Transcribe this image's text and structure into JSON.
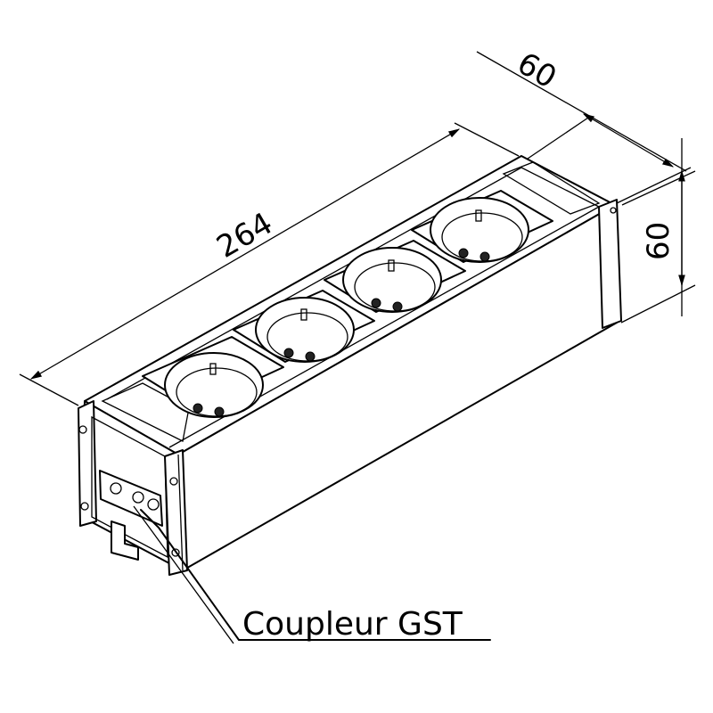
{
  "dimensions": {
    "length": "264",
    "width": "60",
    "height": "60"
  },
  "callout": {
    "label": "Coupleur GST"
  },
  "outlets": {
    "count": 4
  }
}
